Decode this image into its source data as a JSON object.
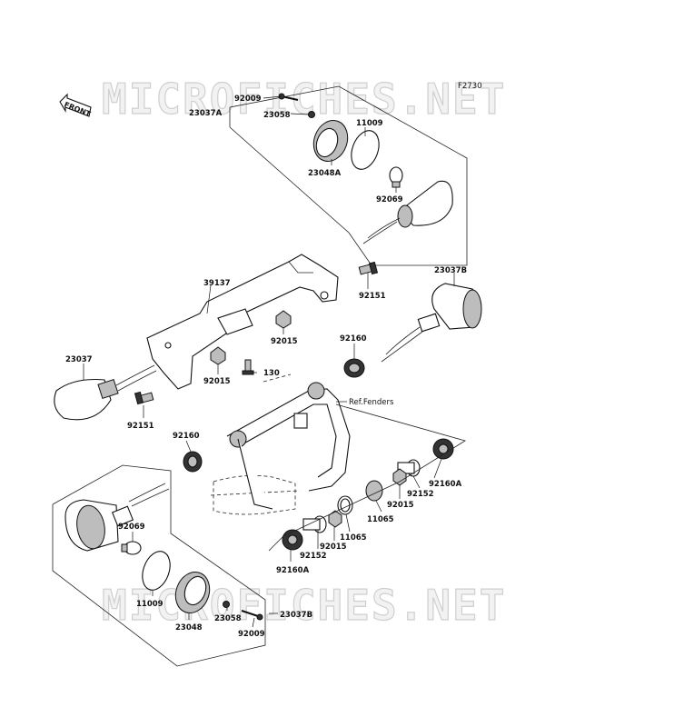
{
  "diagram": {
    "figure_code": "F2730",
    "watermark_text": "MICROFICHES.NET",
    "front_label": "FRONT",
    "reference_note": "Ref.Fenders",
    "part_labels": {
      "p92009_top": "92009",
      "p23037A": "23037A",
      "p23058_top": "23058",
      "p11009_top": "11009",
      "p23048A": "23048A",
      "p92069_top": "92069",
      "p39137": "39137",
      "p92151_right": "92151",
      "p23037B_right": "23037B",
      "p92015_upper": "92015",
      "p92160_right": "92160",
      "p23037": "23037",
      "p92015_left": "92015",
      "p130": "130",
      "p92151_left": "92151",
      "p92160_left": "92160",
      "p92160A_right": "92160A",
      "p92152_right": "92152",
      "p92015_mid": "92015",
      "p11065_right": "11065",
      "p11065_mid": "11065",
      "p92015_low": "92015",
      "p92152_low": "92152",
      "p92160A_low": "92160A",
      "p92069_low": "92069",
      "p11009_low": "11009",
      "p23048": "23048",
      "p23058_low": "23058",
      "p92009_low": "92009",
      "p23037B_low": "23037B"
    }
  }
}
